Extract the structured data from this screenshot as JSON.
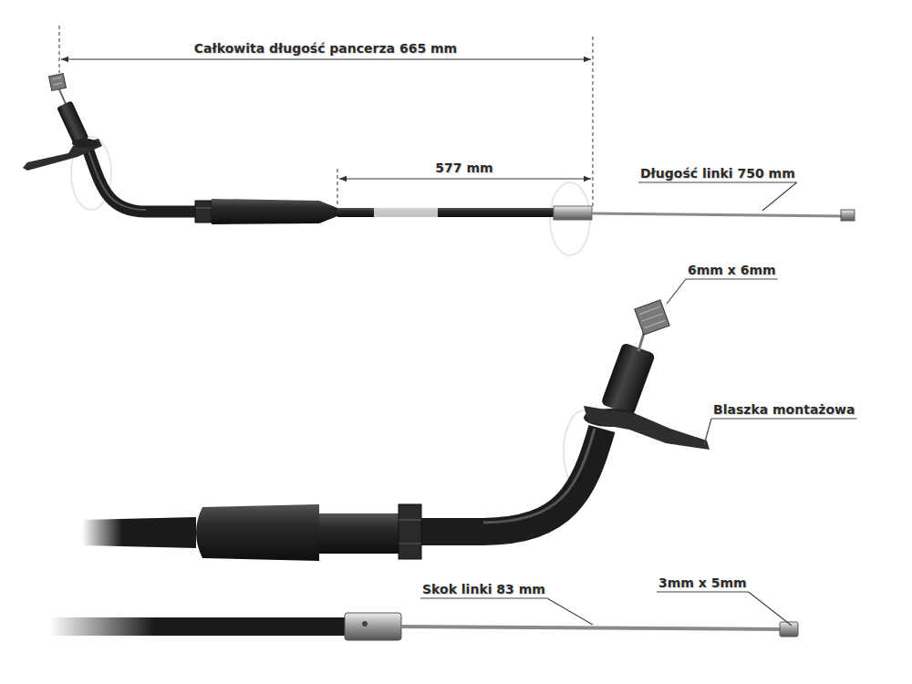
{
  "diagram": {
    "labels": [
      "Całkowita długość pancerza 665 mm",
      "577 mm",
      "Długość linki 750 mm",
      "6mm x 6mm",
      "Blaszka montażowa",
      "Skok linki 83 mm",
      "3mm x 5mm"
    ]
  }
}
